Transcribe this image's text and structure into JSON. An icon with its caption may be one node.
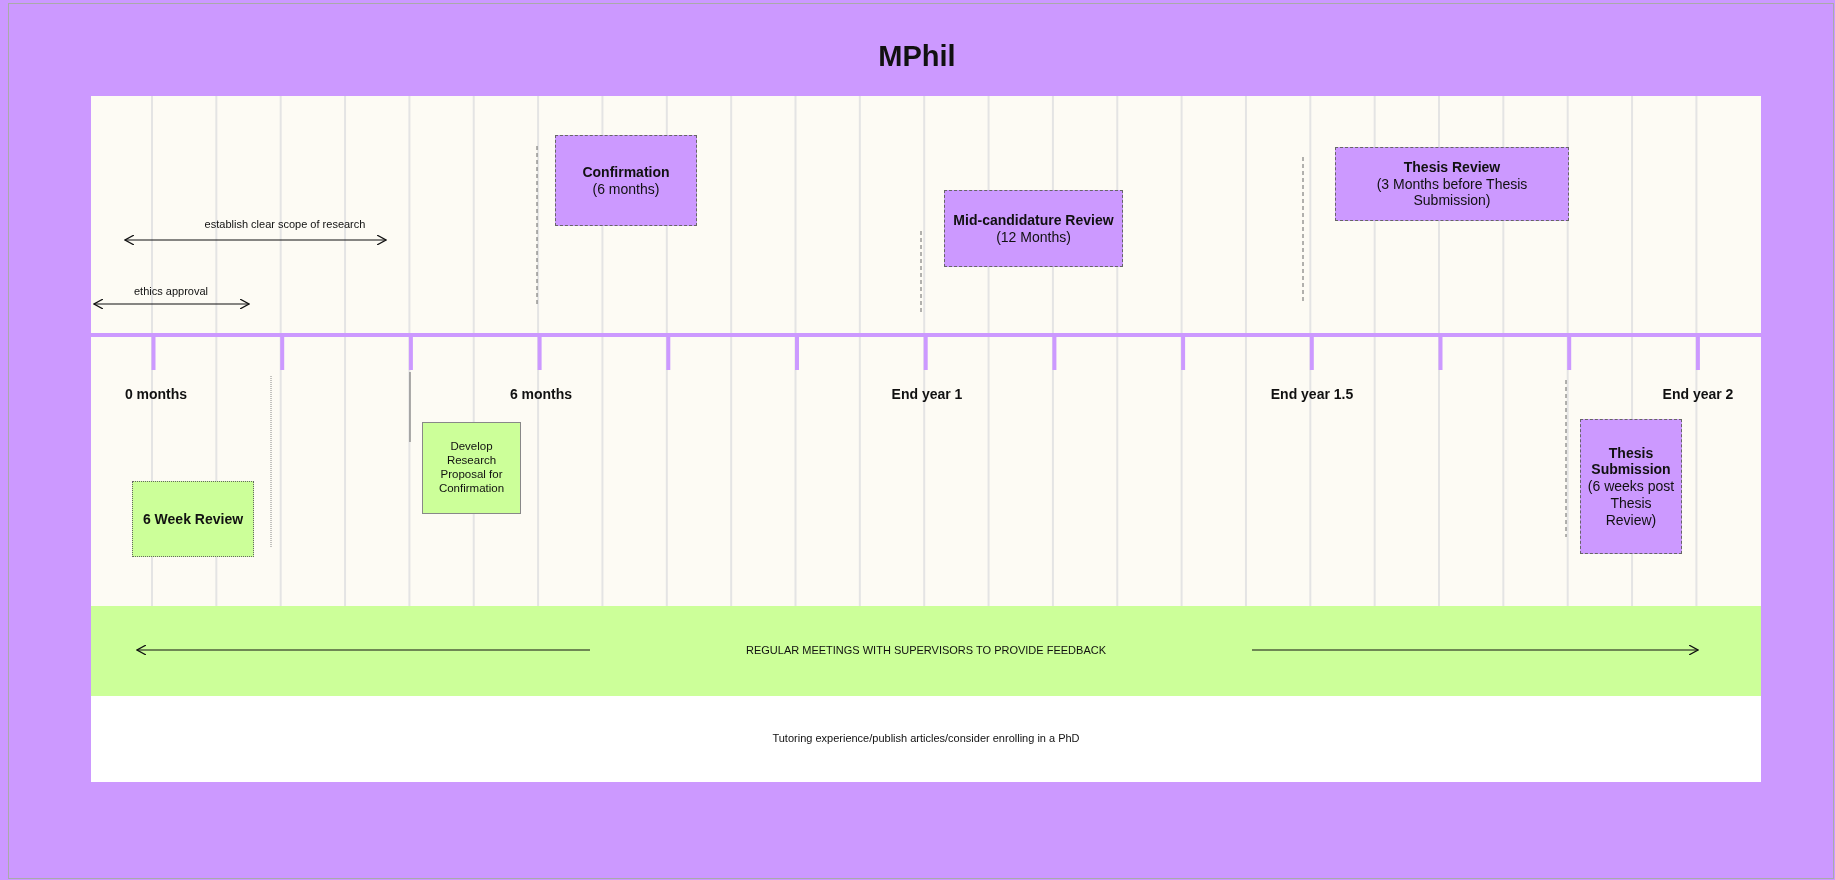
{
  "diagram": {
    "title": "MPhil",
    "nodes": [
      {
        "text": [
          "Confirmation",
          "(6 months)"
        ]
      },
      {
        "text": [
          "Mid-candidature Review",
          "(12 Months)"
        ]
      },
      {
        "text": [
          "Thesis Review",
          "(3 Months before Thesis Submission)"
        ]
      },
      {
        "text": [
          "Develop Research Proposal for Confirmation"
        ]
      },
      {
        "text": [
          "6 Week Review"
        ]
      },
      {
        "text": [
          "Thesis Submission",
          "(6 weeks post Thesis Review)"
        ]
      },
      {
        "text": [
          "REGULAR MEETINGS WITH SUPERVISORS TO PROVIDE FEEDBACK"
        ]
      },
      {
        "text": [
          "Tutoring experience/publish articles/consider enrolling in a PhD"
        ]
      }
    ],
    "labels": [
      "establish clear scope of research",
      "ethics approval",
      "0 months",
      "6 months",
      "End year 1",
      "End year 1.5",
      "End year 2"
    ]
  }
}
